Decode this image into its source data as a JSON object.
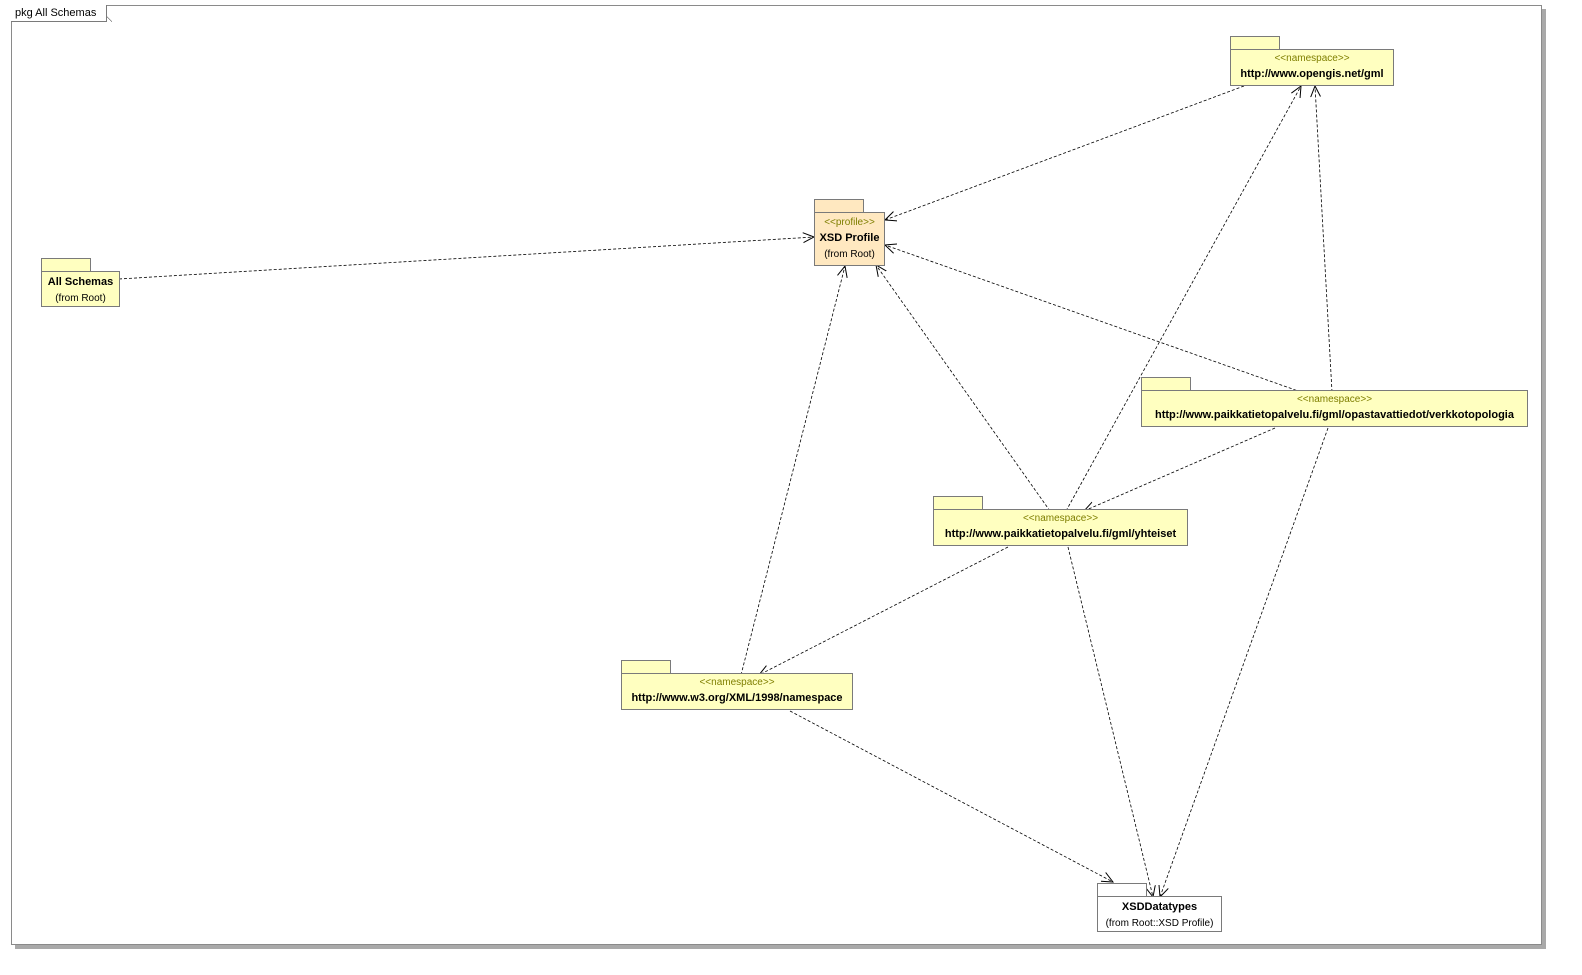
{
  "frame": {
    "label": "pkg All Schemas"
  },
  "packages": {
    "all_schemas": {
      "name": "All Schemas",
      "sub": "(from Root)"
    },
    "xsd_profile": {
      "stereotype": "<<profile>>",
      "name": "XSD Profile",
      "sub": "(from Root)"
    },
    "gml": {
      "stereotype": "<<namespace>>",
      "name": "http://www.opengis.net/gml"
    },
    "verkkotopologia": {
      "stereotype": "<<namespace>>",
      "name": "http://www.paikkatietopalvelu.fi/gml/opastavattiedot/verkkotopologia"
    },
    "yhteiset": {
      "stereotype": "<<namespace>>",
      "name": "http://www.paikkatietopalvelu.fi/gml/yhteiset"
    },
    "w3_xml": {
      "stereotype": "<<namespace>>",
      "name": "http://www.w3.org/XML/1998/namespace"
    },
    "xsd_datatypes": {
      "name": "XSDDatatypes",
      "sub": "(from Root::XSD Profile)"
    }
  },
  "edges": [
    {
      "from": "all_schemas",
      "to": "xsd_profile"
    },
    {
      "from": "gml",
      "to": "xsd_profile"
    },
    {
      "from": "verkkotopologia",
      "to": "xsd_profile"
    },
    {
      "from": "verkkotopologia",
      "to": "gml"
    },
    {
      "from": "verkkotopologia",
      "to": "yhteiset"
    },
    {
      "from": "verkkotopologia",
      "to": "xsd_datatypes"
    },
    {
      "from": "yhteiset",
      "to": "xsd_profile"
    },
    {
      "from": "yhteiset",
      "to": "gml"
    },
    {
      "from": "yhteiset",
      "to": "w3_xml"
    },
    {
      "from": "yhteiset",
      "to": "xsd_datatypes"
    },
    {
      "from": "w3_xml",
      "to": "xsd_profile"
    },
    {
      "from": "w3_xml",
      "to": "xsd_datatypes"
    }
  ],
  "colors": {
    "namespace_fill": "#ffffc0",
    "profile_fill": "#ffe8c0",
    "datatypes_fill": "#ffffff",
    "stereotype_text": "#7f7f00",
    "edge": "#000000"
  }
}
